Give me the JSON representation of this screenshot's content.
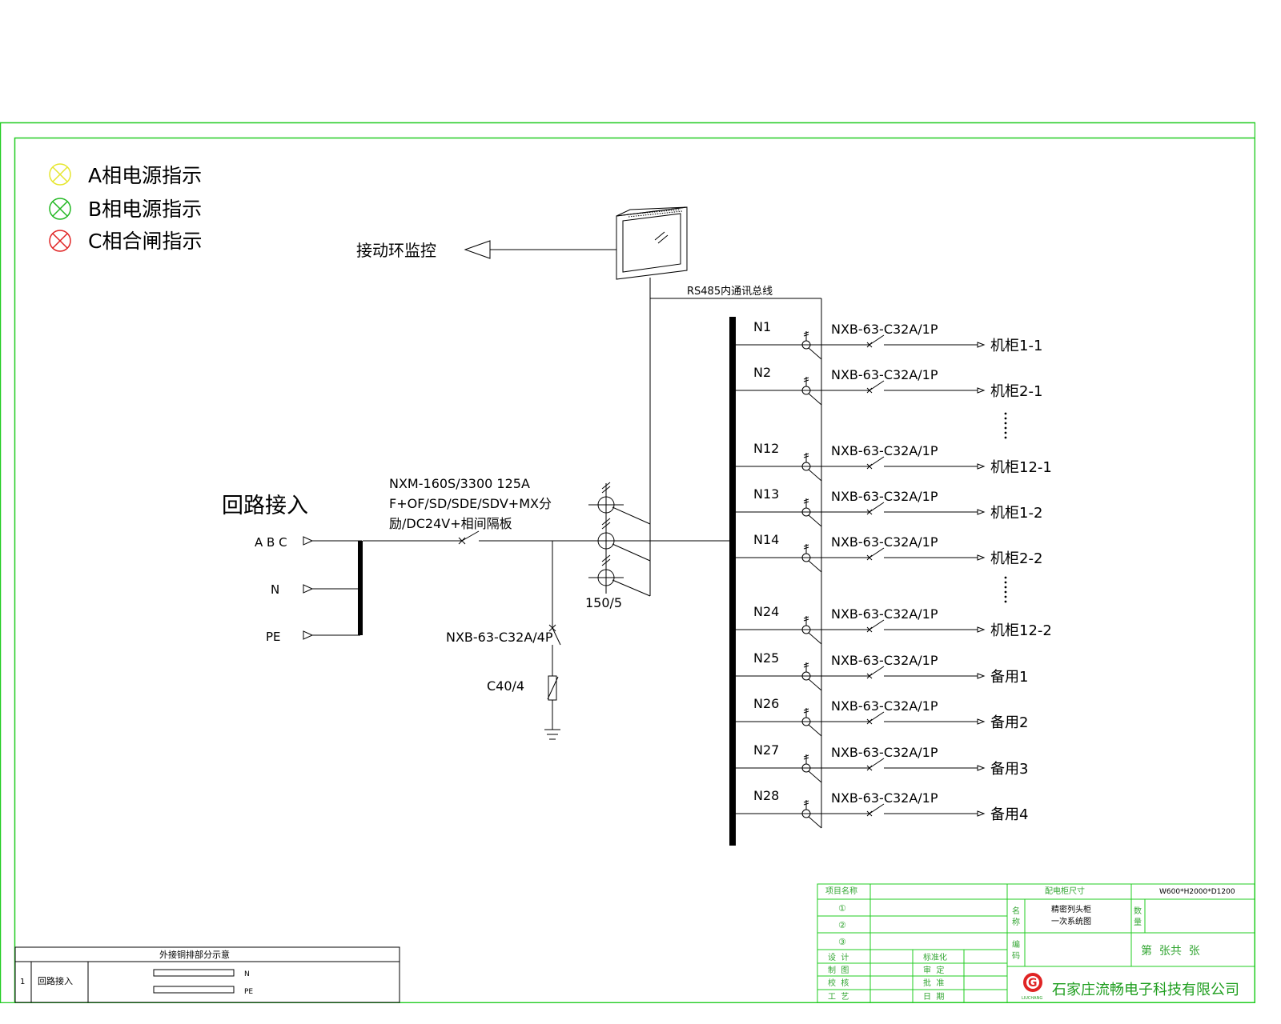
{
  "legend": [
    {
      "label": "A相电源指示",
      "color": "#e6e62e"
    },
    {
      "label": "B相电源指示",
      "color": "#22b822"
    },
    {
      "label": "C相合闸指示",
      "color": "#e02424"
    }
  ],
  "colors": {
    "frame": "#22cc22",
    "titleblock_text": "#33a633",
    "company": "#1f9e1f",
    "logo": "#e02424"
  },
  "monitor": {
    "label": "接动环监控",
    "bus_label": "RS485内通讯总线"
  },
  "main": {
    "title": "回路接入",
    "inputs": [
      "A B C",
      "N",
      "PE"
    ],
    "breaker_lines": [
      "NXM-160S/3300 125A",
      "F+OF/SD/SDE/SDV+MX分",
      "励/DC24V+相间隔板"
    ],
    "ct_label": "150/5",
    "spd_breaker": "NXB-63-C32A/4P",
    "spd_label": "C40/4"
  },
  "branches": [
    {
      "id": "N1",
      "breaker": "NXB-63-C32A/1P",
      "load": "机柜1-1"
    },
    {
      "id": "N2",
      "breaker": "NXB-63-C32A/1P",
      "load": "机柜2-1"
    },
    {
      "id": "N12",
      "breaker": "NXB-63-C32A/1P",
      "load": "机柜12-1"
    },
    {
      "id": "N13",
      "breaker": "NXB-63-C32A/1P",
      "load": "机柜1-2"
    },
    {
      "id": "N14",
      "breaker": "NXB-63-C32A/1P",
      "load": "机柜2-2"
    },
    {
      "id": "N24",
      "breaker": "NXB-63-C32A/1P",
      "load": "机柜12-2"
    },
    {
      "id": "N25",
      "breaker": "NXB-63-C32A/1P",
      "load": "备用1"
    },
    {
      "id": "N26",
      "breaker": "NXB-63-C32A/1P",
      "load": "备用2"
    },
    {
      "id": "N27",
      "breaker": "NXB-63-C32A/1P",
      "load": "备用3"
    },
    {
      "id": "N28",
      "breaker": "NXB-63-C32A/1P",
      "load": "备用4"
    }
  ],
  "copper_table": {
    "title": "外接铜排部分示意",
    "row_no": "1",
    "row_name": "回路接入",
    "bars": [
      "N",
      "PE"
    ]
  },
  "titleblock": {
    "project_name": "项目名称",
    "cabinet_size_label": "配电柜尺寸",
    "cabinet_size": "W600*H2000*D1200",
    "circle1": "①",
    "circle2": "②",
    "circle3": "③",
    "name_label": "名称",
    "name_line1": "精密列头柜",
    "name_line2": "一次系统图",
    "qty_label": "数量",
    "code_label": "编码",
    "sheet": "第  张共  张",
    "design": "设  计",
    "draw": "制  图",
    "check": "校  核",
    "process": "工  艺",
    "standard": "标准化",
    "review": "审  定",
    "approve": "批  准",
    "date": "日  期",
    "company": "石家庄流畅电子科技有限公司",
    "logo_letter": "G",
    "logo_sub": "LIUCHANG"
  }
}
